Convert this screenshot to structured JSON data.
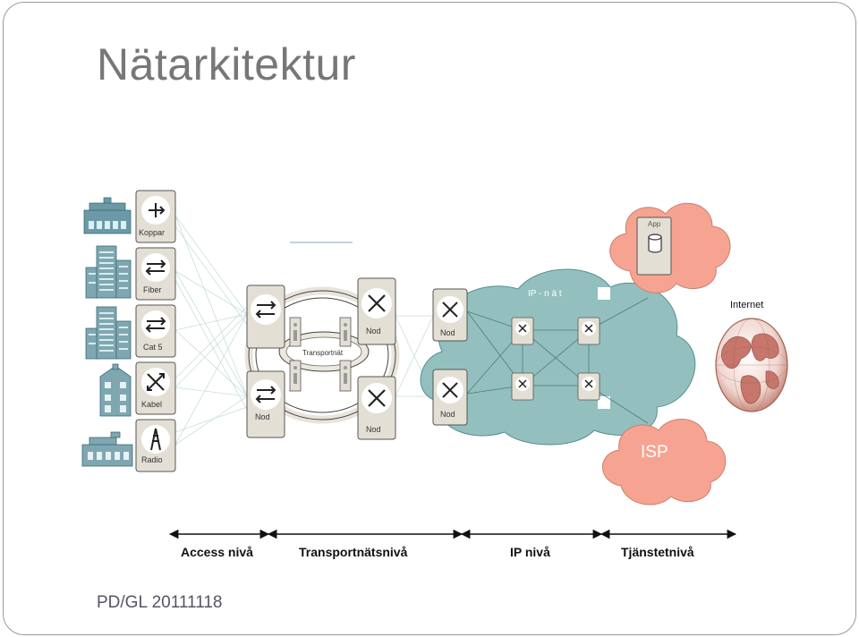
{
  "title": "Nätarkitektur",
  "footer": "PD/GL 20111118",
  "access_labels": [
    "Koppar",
    "Fiber",
    "Cat 5",
    "Kabel",
    "Radio"
  ],
  "node_label": "Nod",
  "transport_label": "Transportnät",
  "ipnet_label": "IP - n ä t",
  "app_label": "App",
  "internet_label": "Internet",
  "isp_label": "ISP",
  "levels": [
    "Access nivå",
    "Transportnätsnivå",
    "IP nivå",
    "Tjänstetnivå"
  ],
  "colors": {
    "ip_cloud": "#93bfbf",
    "service_cloud": "#f7a392",
    "device": "#e4dfd4"
  }
}
